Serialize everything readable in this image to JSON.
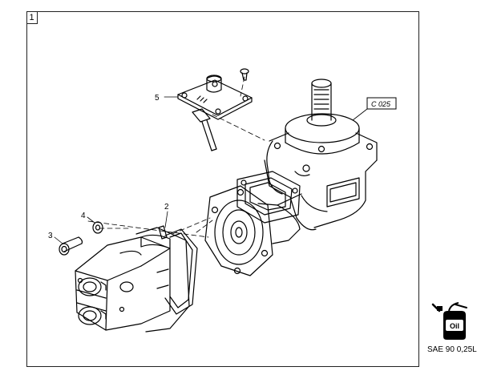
{
  "diagram": {
    "frame_number": "1",
    "callouts": {
      "c2": "2",
      "c3": "3",
      "c4": "4",
      "c5": "5",
      "ref": "C 025"
    }
  },
  "lubricant": {
    "icon": "oil-can-icon",
    "badge": "Oil",
    "label": "SAE 90 0,25L"
  }
}
